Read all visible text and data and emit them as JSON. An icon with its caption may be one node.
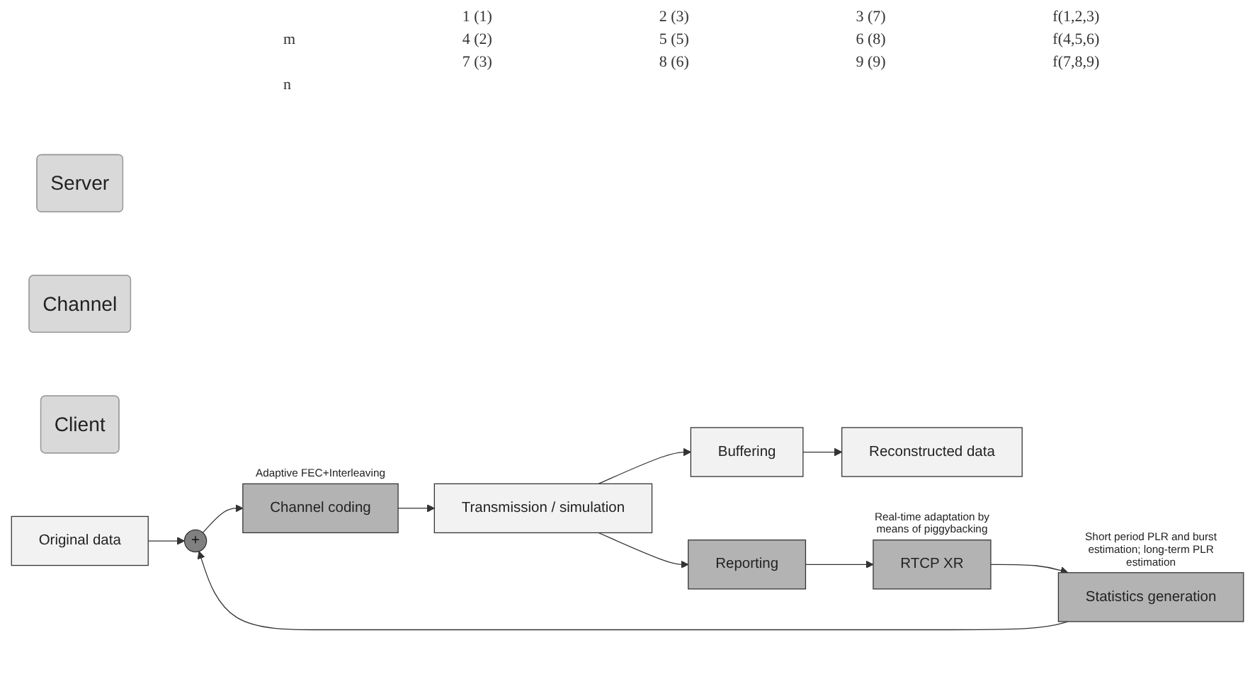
{
  "diagram": {
    "nodes": [
      {
        "text": [
          "Server"
        ]
      },
      {
        "text": [
          "Channel"
        ]
      },
      {
        "text": [
          "Client"
        ]
      },
      {
        "text": [
          "Original data"
        ]
      },
      {
        "text": [
          "+"
        ]
      },
      {
        "text": [
          "Channel coding"
        ],
        "beside": [
          "Adaptive FEC+Interleaving"
        ]
      },
      {
        "text": [
          "Transmission / simulation"
        ]
      },
      {
        "text": [
          "Buffering"
        ]
      },
      {
        "text": [
          "Reconstructed data"
        ]
      },
      {
        "text": [
          "Reporting"
        ]
      },
      {
        "text": [
          "RTCP XR"
        ],
        "beside": [
          "Real-time adaptation by means of piggybacking"
        ]
      },
      {
        "text": [
          "Statistics generation"
        ],
        "beside": [
          "Short period PLR and burst estimation; long-term PLR estimation"
        ]
      }
    ],
    "edges": [
      {
        "from": 3,
        "to": 4,
        "arrow": "to"
      },
      {
        "from": 4,
        "to": 5,
        "arrow": "to"
      },
      {
        "from": 5,
        "to": 6,
        "arrow": "to"
      },
      {
        "from": 6,
        "to": 7,
        "arrow": "to"
      },
      {
        "from": 6,
        "to": 9,
        "arrow": "to"
      },
      {
        "from": 7,
        "to": 8,
        "arrow": "to"
      },
      {
        "from": 9,
        "to": 10,
        "arrow": "to"
      },
      {
        "from": 10,
        "to": 11,
        "arrow": "to"
      },
      {
        "from": 11,
        "to": 4,
        "arrow": "to"
      }
    ],
    "labels": [
      "1 (1)",
      "2 (3)",
      "3 (7)",
      "f(1,2,3)",
      "m",
      "4 (2)",
      "5 (5)",
      "6 (8)",
      "f(4,5,6)",
      "7 (3)",
      "8 (6)",
      "9 (9)",
      "f(7,8,9)",
      "n"
    ]
  }
}
